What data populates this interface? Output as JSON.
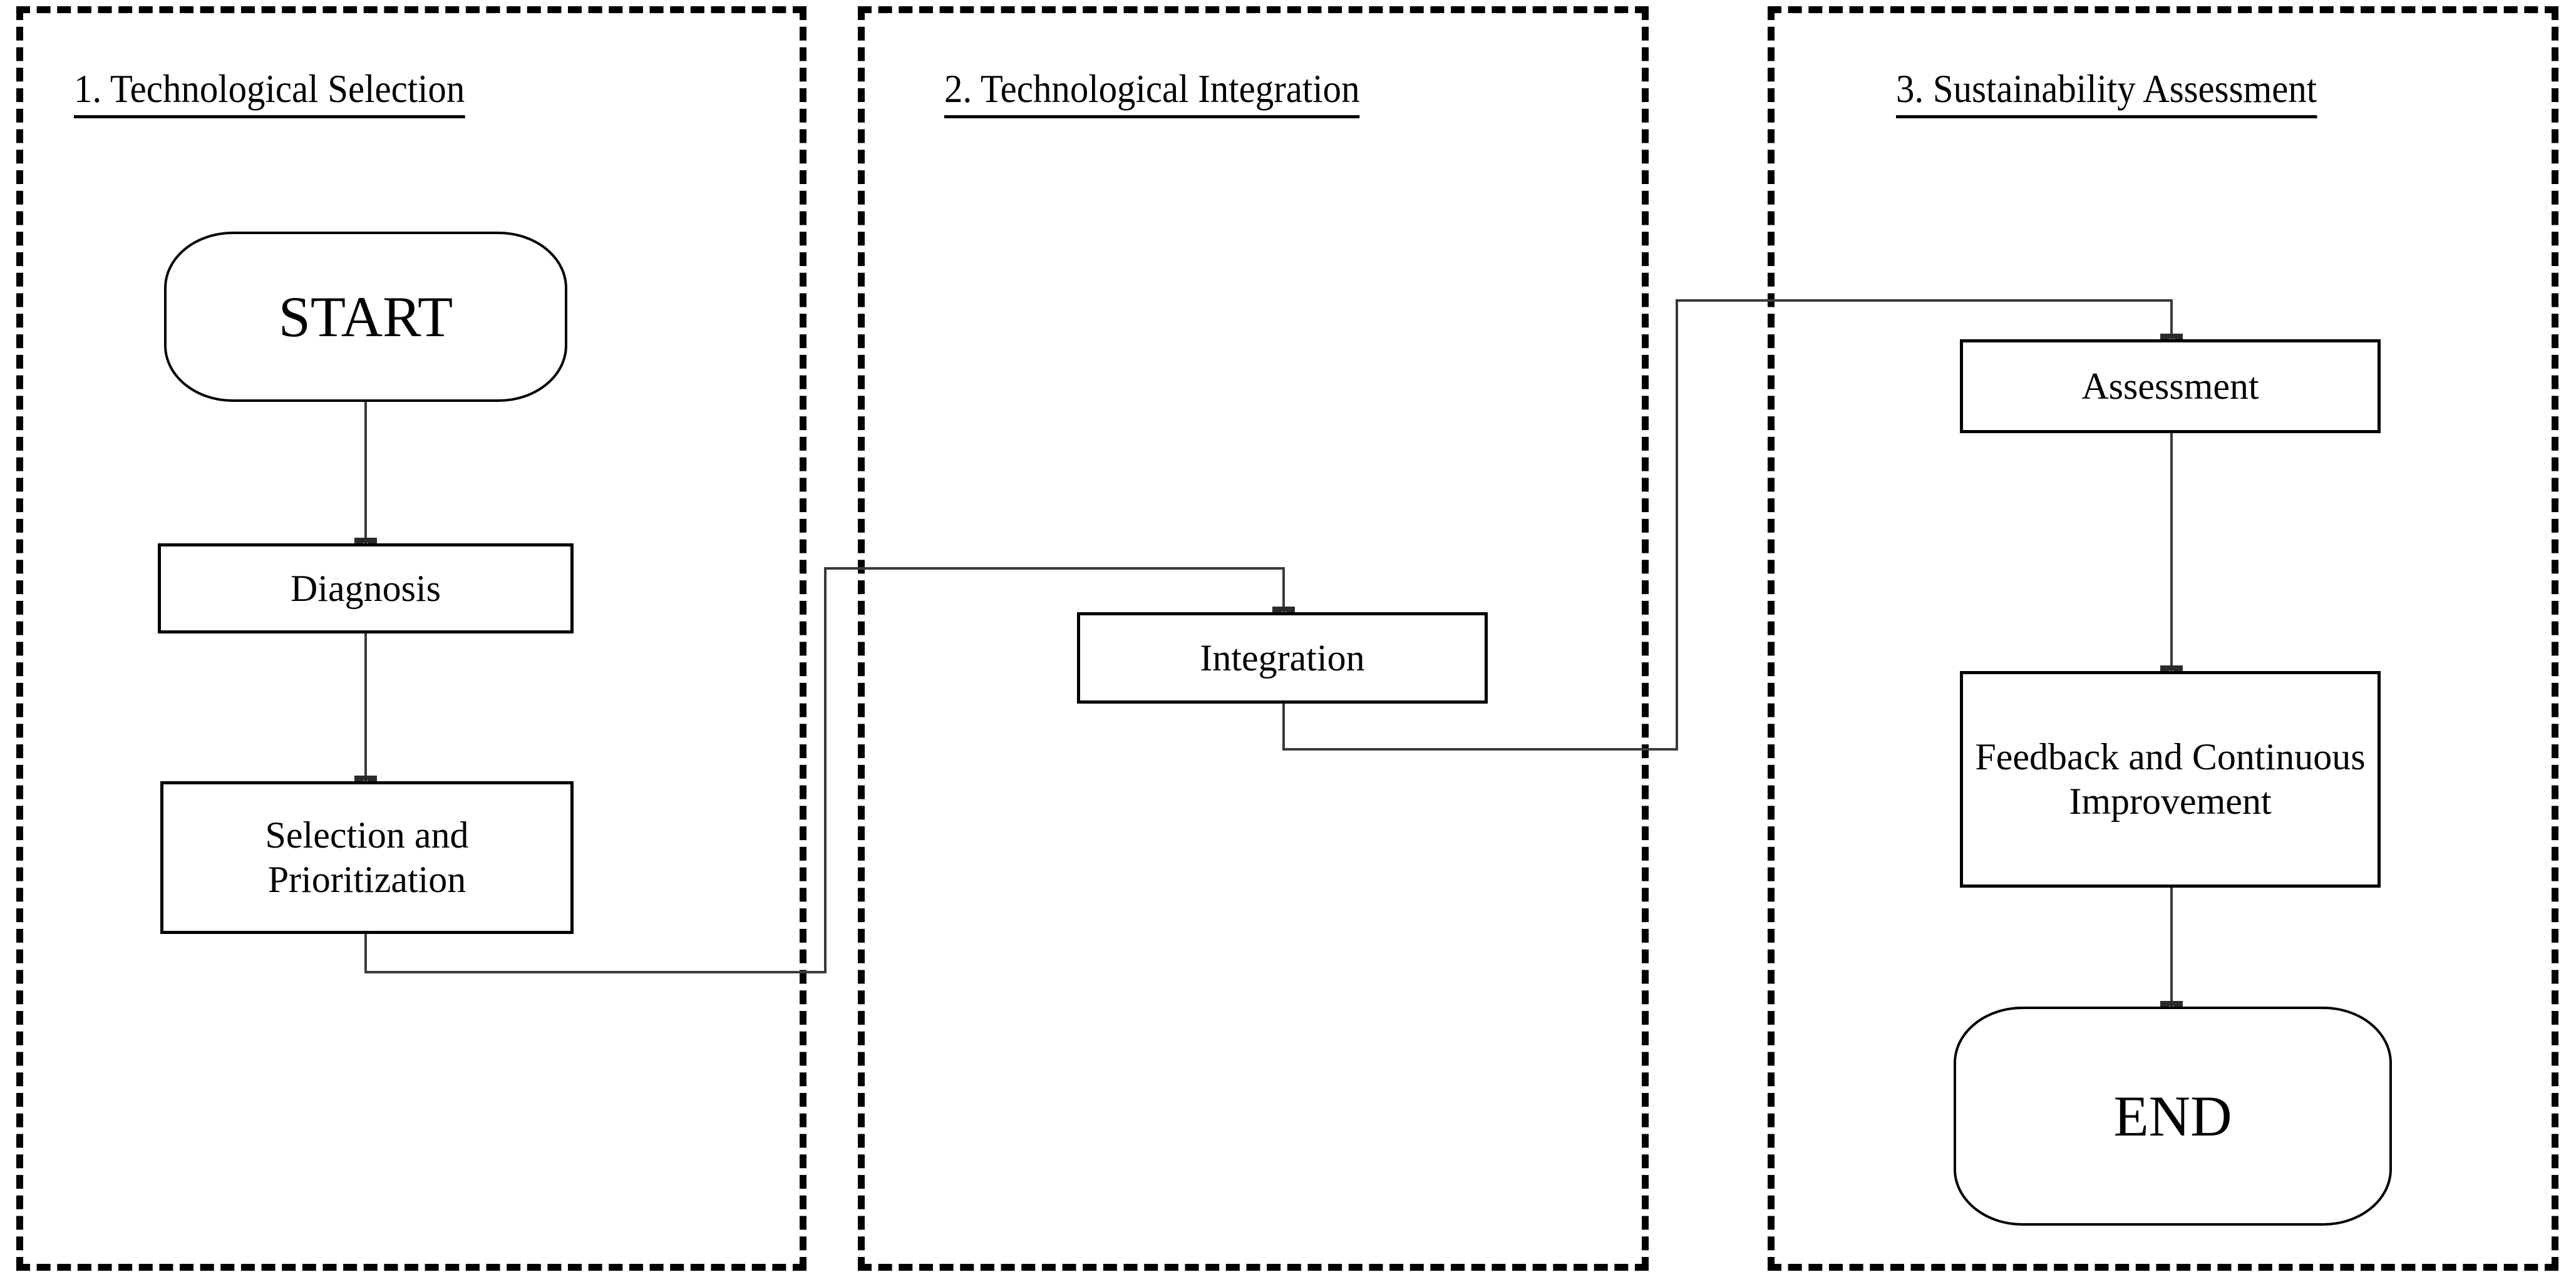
{
  "diagram": {
    "title": "Three-stage technology adoption process flowchart",
    "type": "flowchart",
    "background_color": "#ffffff",
    "line_color": "#2b2b2b",
    "border_color": "#000000"
  },
  "panels": [
    {
      "id": "panel-1",
      "title": "1. Technological Selection "
    },
    {
      "id": "panel-2",
      "title": "2. Technological Integration"
    },
    {
      "id": "panel-3",
      "title": "3. Sustainability Assessment"
    }
  ],
  "nodes": {
    "start": {
      "label": "START",
      "shape": "terminator"
    },
    "diagnosis": {
      "label": "Diagnosis",
      "shape": "process"
    },
    "selection": {
      "label": "Selection and Prioritization",
      "shape": "process"
    },
    "integration": {
      "label": "Integration",
      "shape": "process"
    },
    "assessment": {
      "label": "Assessment",
      "shape": "process"
    },
    "feedback": {
      "label": "Feedback and Continuous Improvement",
      "shape": "process"
    },
    "end": {
      "label": "END",
      "shape": "terminator"
    }
  },
  "edges": [
    {
      "from": "start",
      "to": "diagnosis",
      "style": "straight-arrow"
    },
    {
      "from": "diagnosis",
      "to": "selection",
      "style": "straight-arrow"
    },
    {
      "from": "selection",
      "to": "integration",
      "style": "orthogonal"
    },
    {
      "from": "integration",
      "to": "assessment",
      "style": "orthogonal"
    },
    {
      "from": "assessment",
      "to": "feedback",
      "style": "straight-arrow"
    },
    {
      "from": "feedback",
      "to": "end",
      "style": "straight-arrow"
    }
  ]
}
